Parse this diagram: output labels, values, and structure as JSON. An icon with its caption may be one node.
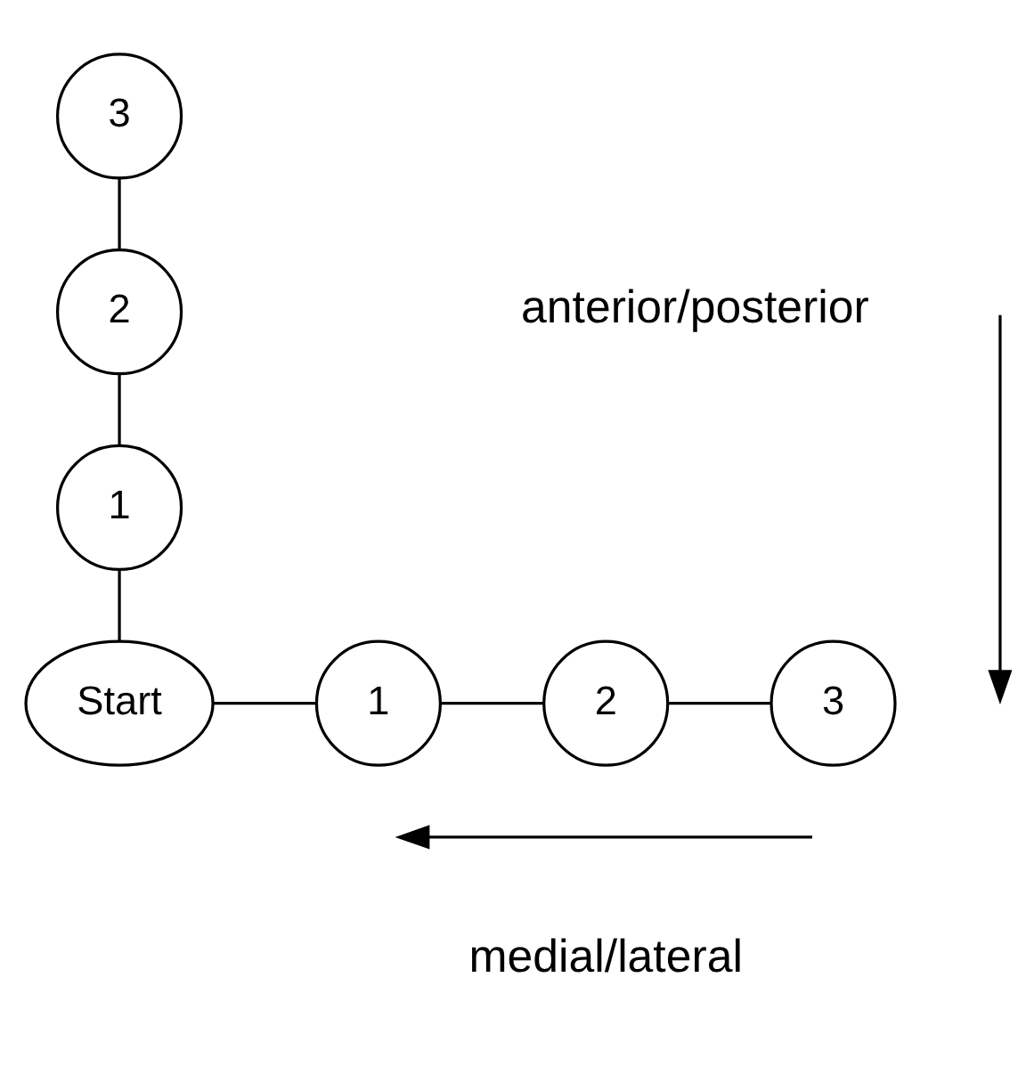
{
  "diagram": {
    "nodes": [
      {
        "text": [
          "3"
        ]
      },
      {
        "text": [
          "2"
        ]
      },
      {
        "text": [
          "1"
        ]
      },
      {
        "text": [
          "Start"
        ]
      },
      {
        "text": [
          "1"
        ]
      },
      {
        "text": [
          "2"
        ]
      },
      {
        "text": [
          "3"
        ]
      }
    ],
    "edges": [
      {
        "from": 0,
        "to": 1,
        "arrow": "none"
      },
      {
        "from": 1,
        "to": 2,
        "arrow": "none"
      },
      {
        "from": 2,
        "to": 3,
        "arrow": "none"
      },
      {
        "from": 3,
        "to": 4,
        "arrow": "none"
      },
      {
        "from": 4,
        "to": 5,
        "arrow": "none"
      },
      {
        "from": 5,
        "to": 6,
        "arrow": "none"
      }
    ],
    "labels": [
      "anterior/posterior",
      "medial/lateral"
    ]
  }
}
